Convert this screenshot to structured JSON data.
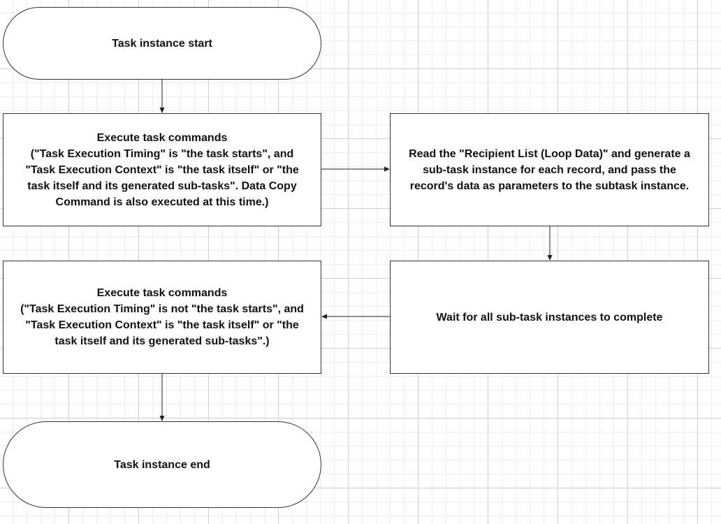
{
  "nodes": {
    "start": {
      "lines": [
        "Task instance start"
      ]
    },
    "execute_initial": {
      "lines": [
        "Execute task commands",
        "(\"Task Execution Timing\" is \"the task starts\", and",
        "\"Task Execution Context\" is \"the task itself\" or \"the",
        "task itself and its generated sub-tasks\". Data Copy",
        "Command is also executed at this time.)"
      ]
    },
    "read_recipients": {
      "lines": [
        "Read the \"Recipient List (Loop Data)\" and generate a",
        "sub-task instance for each record, and pass the",
        "record's data as parameters to the subtask instance."
      ]
    },
    "wait_subtasks": {
      "lines": [
        "Wait for all sub-task instances to complete"
      ]
    },
    "execute_remaining": {
      "lines": [
        "Execute task commands",
        "(\"Task Execution Timing\" is not \"the task starts\", and",
        "\"Task Execution Context\" is \"the task itself\" or \"the",
        "task itself and its generated sub-tasks\".)"
      ]
    },
    "end": {
      "lines": [
        "Task instance end"
      ]
    }
  },
  "colors": {
    "stroke": "#333333",
    "fill": "#ffffff",
    "text": "#111111",
    "grid_major": "#cfcfcf",
    "grid_minor": "#ececec"
  }
}
